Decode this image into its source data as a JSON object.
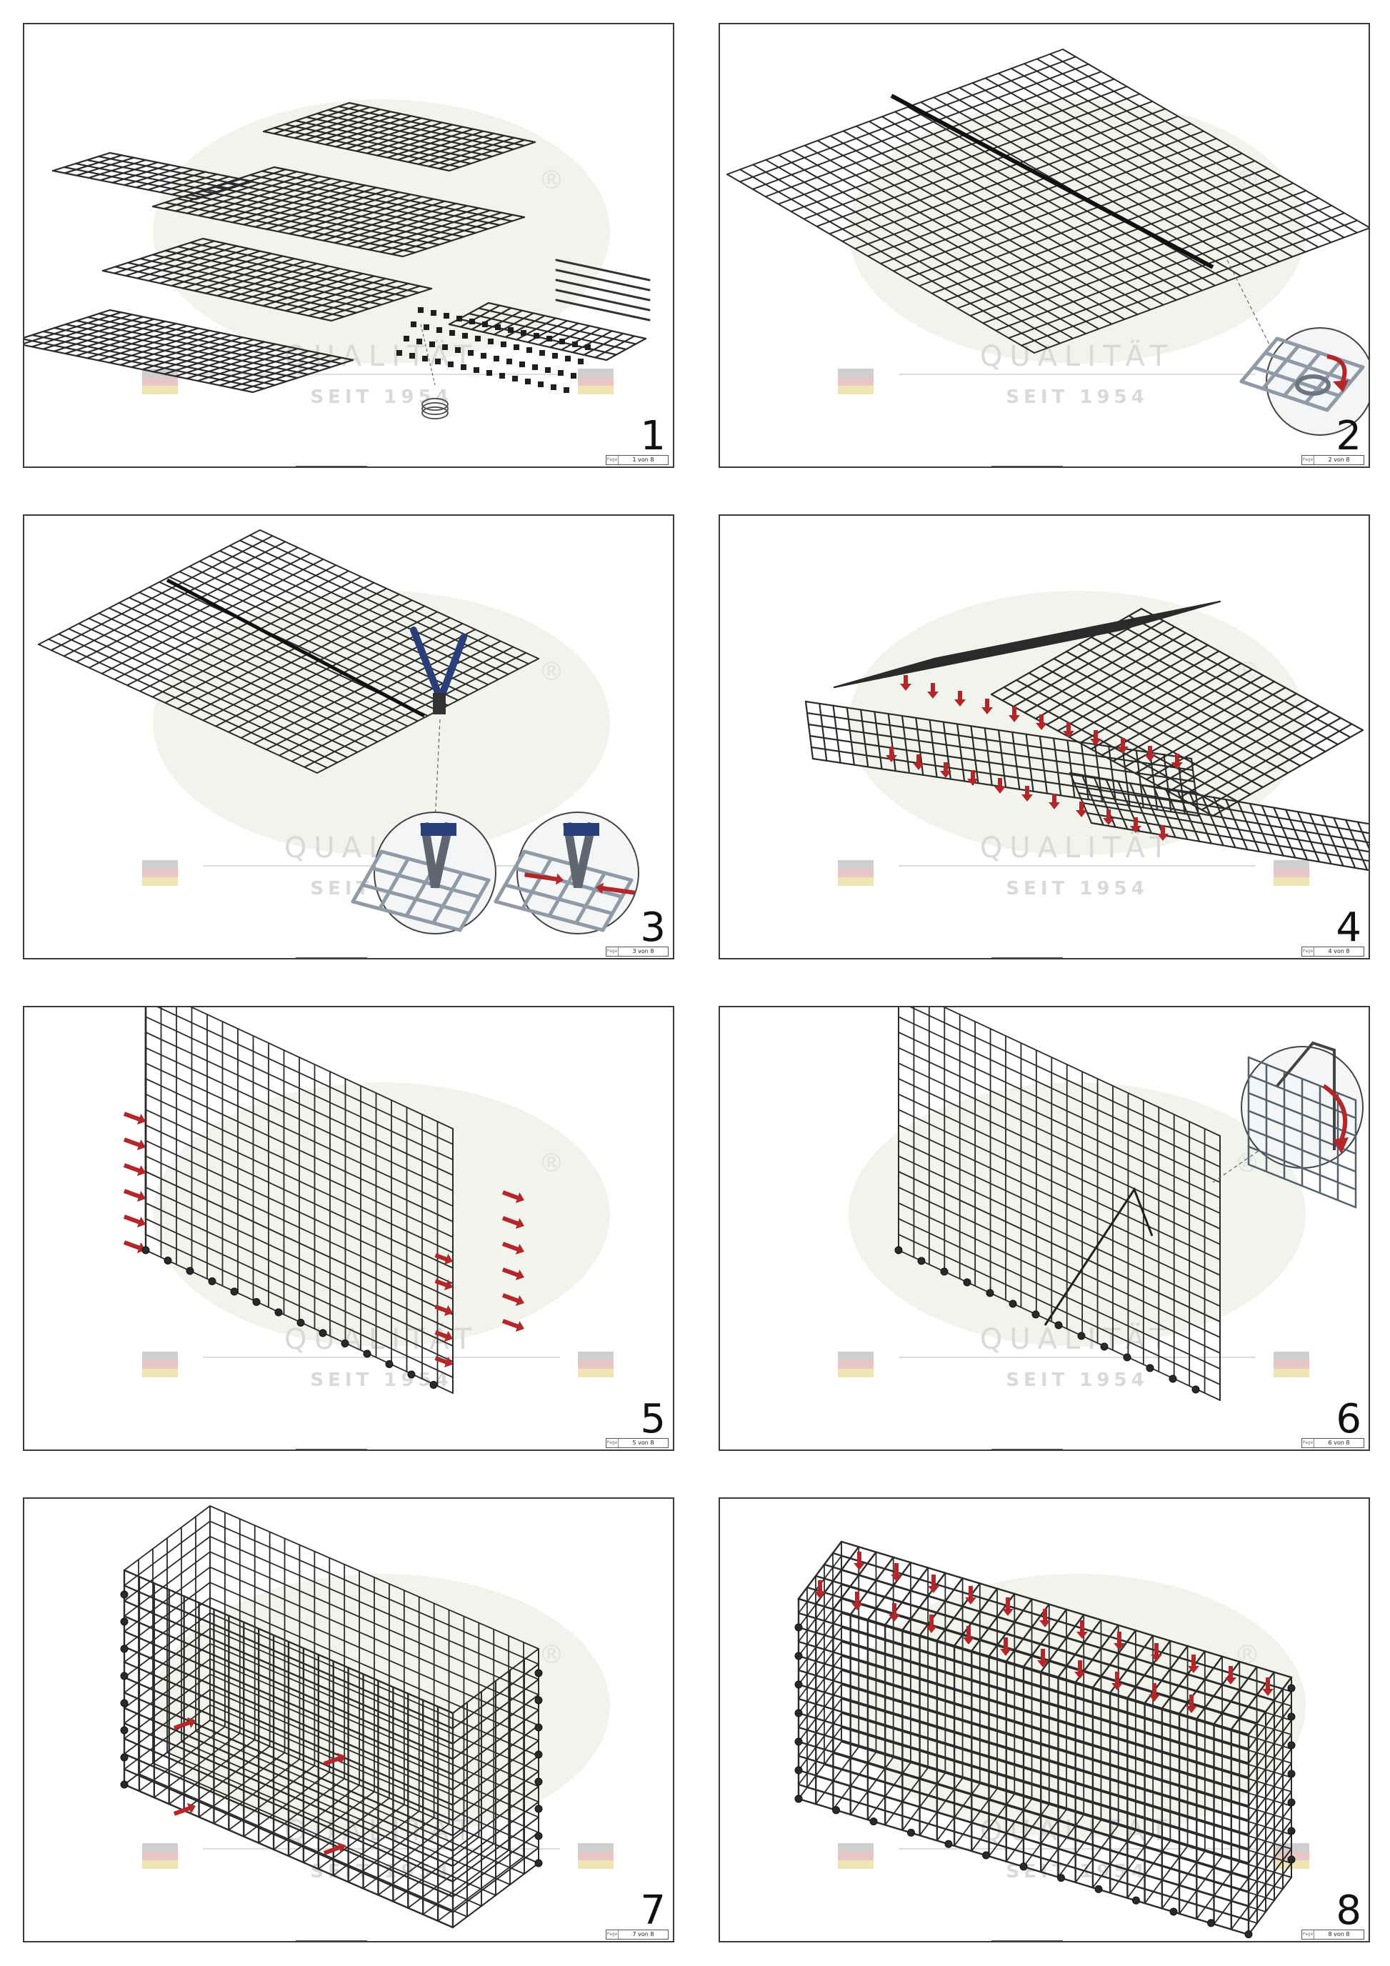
{
  "steps": [
    {
      "number": "1",
      "page": "1 von 8",
      "mark": "Page"
    },
    {
      "number": "2",
      "page": "2 von 8",
      "mark": "Page"
    },
    {
      "number": "3",
      "page": "3 von 8",
      "mark": "Page"
    },
    {
      "number": "4",
      "page": "4 von 8",
      "mark": "Page"
    },
    {
      "number": "5",
      "page": "5 von 8",
      "mark": "Page"
    },
    {
      "number": "6",
      "page": "6 von 8",
      "mark": "Page"
    },
    {
      "number": "7",
      "page": "7 von 8",
      "mark": "Page"
    },
    {
      "number": "8",
      "page": "8 von 8",
      "mark": "Page"
    }
  ],
  "watermark": {
    "quality_text": "QUALITÄT",
    "since_text": "SEIT 1954",
    "registered_mark": "®"
  },
  "colors": {
    "wire": "#2b2b2b",
    "arrow": "#b3262a",
    "pliers": "#2a3f7a",
    "watermark_green": "#e9efe6",
    "watermark_text": "#d9d9d9"
  }
}
